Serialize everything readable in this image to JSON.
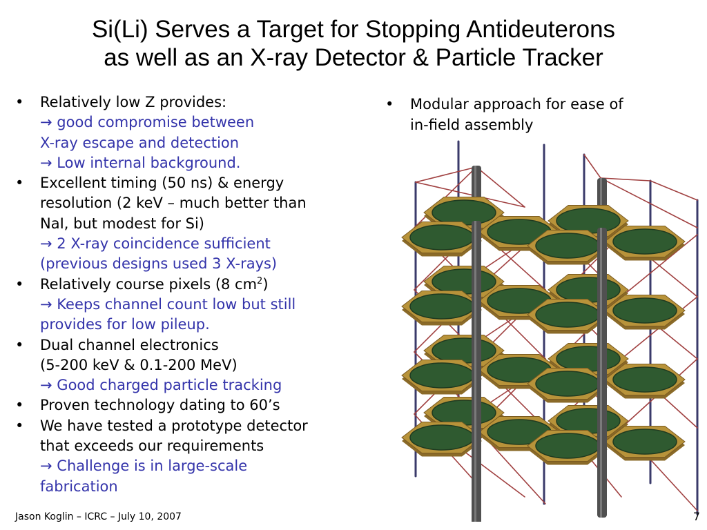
{
  "slide": {
    "title_line1": "Si(Li) Serves a Target for Stopping Antideuterons",
    "title_line2": "as well as an X-ray Detector & Particle Tracker",
    "bullet_char": "•",
    "arrow_char": "→",
    "left_bullets": [
      {
        "lines": [
          {
            "text": "Relatively low Z provides:",
            "style": "black"
          },
          {
            "text": "good compromise between",
            "style": "blue-arrow"
          },
          {
            "text": "X-ray escape and detection",
            "style": "blue"
          },
          {
            "text": "Low internal background.",
            "style": "blue-arrow"
          }
        ]
      },
      {
        "lines": [
          {
            "text": "Excellent timing (50 ns) & energy",
            "style": "black"
          },
          {
            "text": "resolution (2 keV – much better than",
            "style": "black"
          },
          {
            "text": "NaI, but modest for Si)",
            "style": "black"
          },
          {
            "text": "2 X-ray coincidence sufficient",
            "style": "blue-arrow"
          },
          {
            "text": "(previous designs used 3 X-rays)",
            "style": "blue"
          }
        ]
      },
      {
        "lines": [
          {
            "text": "Relatively course pixels (8 cm",
            "sup": "2",
            "after": ")",
            "style": "black"
          },
          {
            "text": "Keeps channel count low but still",
            "style": "blue-arrow"
          },
          {
            "text": "provides for low pileup.",
            "style": "blue"
          }
        ]
      },
      {
        "lines": [
          {
            "text": "Dual channel electronics",
            "style": "black"
          },
          {
            "text": "(5-200 keV & 0.1-200 MeV)",
            "style": "black"
          },
          {
            "text": "Good charged particle tracking",
            "style": "blue-arrow"
          }
        ]
      },
      {
        "lines": [
          {
            "text": "Proven technology dating to 60’s",
            "style": "black"
          }
        ]
      },
      {
        "lines": [
          {
            "text": "We have tested a prototype detector",
            "style": "black"
          },
          {
            "text": "that exceeds our requirements",
            "style": "black"
          },
          {
            "text": "Challenge is in large-scale",
            "style": "blue-arrow"
          },
          {
            "text": "fabrication",
            "style": "blue"
          }
        ]
      }
    ],
    "right_bullet": {
      "line1": "Modular approach for ease of",
      "line2": "in-field assembly"
    },
    "footer_left": "Jason Koglin – ICRC – July 10, 2007",
    "page_number": "7",
    "colors": {
      "blue_text": "#3333aa",
      "hex_frame": "#b8933a",
      "disc": "#2f5a30",
      "rod": "#505050",
      "strut": "#a04040",
      "thin_rod": "#3a3a6a"
    }
  }
}
